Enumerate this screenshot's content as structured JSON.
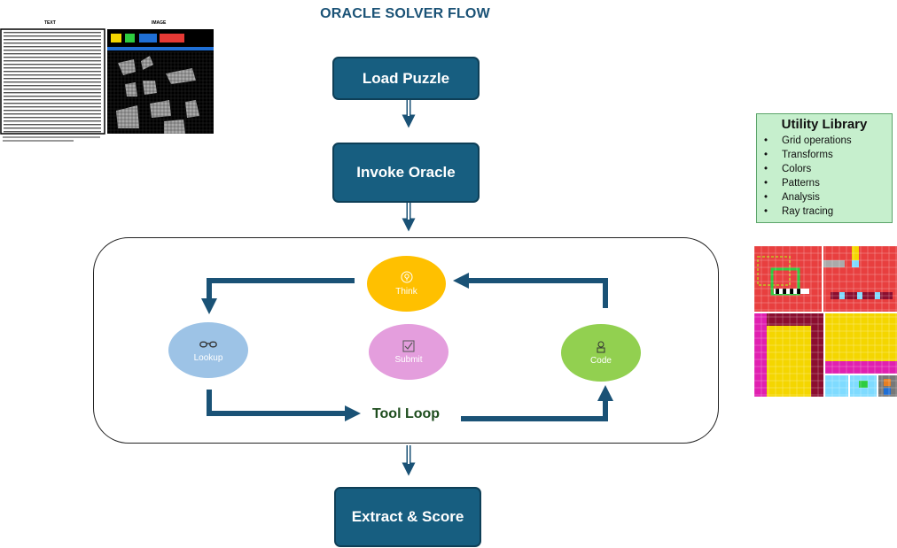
{
  "title": "ORACLE SOLVER FLOW",
  "steps": {
    "load": "Load Puzzle",
    "invoke": "Invoke Oracle",
    "extract": "Extract & Score"
  },
  "loop": {
    "label": "Tool Loop",
    "nodes": {
      "think": "Think",
      "lookup": "Lookup",
      "submit": "Submit",
      "code": "Code"
    }
  },
  "utility": {
    "heading": "Utility Library",
    "items": [
      "Grid operations",
      "Transforms",
      "Colors",
      "Patterns",
      "Analysis",
      "Ray tracing"
    ]
  },
  "preview": {
    "text_label": "TEXT",
    "image_label": "IMAGE"
  },
  "icons": {
    "think": "lightbulb-head-icon",
    "lookup": "glasses-icon",
    "submit": "checkbox-icon",
    "code": "coder-icon"
  },
  "colors": {
    "step_fill": "#175e80",
    "think": "#ffc000",
    "lookup": "#9dc3e6",
    "submit": "#e49edd",
    "code": "#92d050",
    "arrow": "#1a5276",
    "utility_fill": "#c6efcd"
  }
}
